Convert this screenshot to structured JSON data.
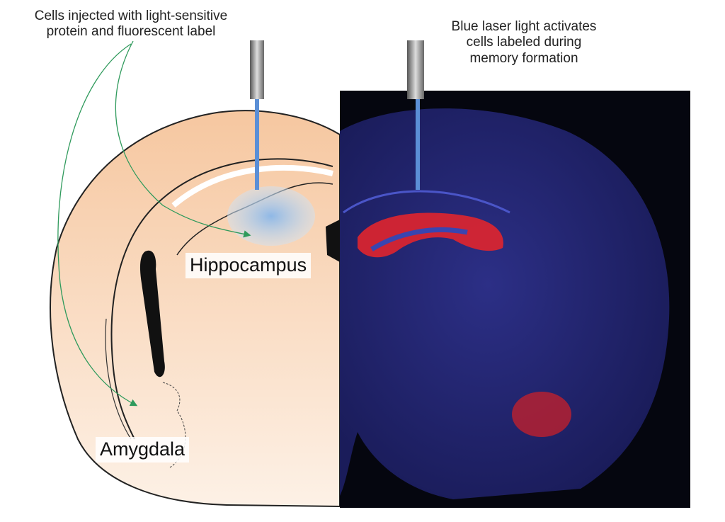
{
  "labels": {
    "injection_caption": [
      "Cells injected with light-sensitive",
      "protein and fluorescent label"
    ],
    "laser_caption": [
      "Blue laser light activates",
      "cells labeled during",
      "memory formation"
    ],
    "hippocampus": "Hippocampus",
    "amygdala": "Amygdala"
  },
  "colors": {
    "tissue": "#f6caa0",
    "arrow": "#2f9a5c",
    "laser_beam": "#5b8fd6",
    "fluorescence_red": "#e0252e",
    "stain_blue": "#2a2f8a",
    "background_dark": "#05060f"
  }
}
